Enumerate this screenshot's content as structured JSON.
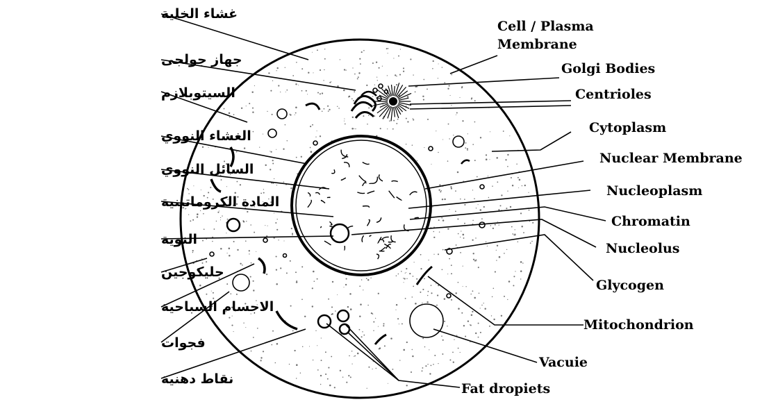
{
  "labels_en": {
    "cell_membrane_1": "Cell / Plasma",
    "cell_membrane_2": "Membrane",
    "golgi": "Golgi Bodies",
    "centrioles": "Centrioles",
    "cytoplasm": "Cytoplasm",
    "nuclear_membrane": "Nuclear Membrane",
    "nucleoplasm": "Nucleoplasm",
    "chromatin": "Chromatin",
    "nucleolus": "Nucleolus",
    "glycogen": "Glycogen",
    "mitochondrion": "Mitochondrion",
    "vacuole": "Vacuie",
    "fat_droplets": "Fat dropiets"
  },
  "labels_ar": {
    "cell_membrane": "غشاء الخلية",
    "golgi": "جهاز جولجى",
    "cytoplasm": "السيتوبلازم",
    "nuclear_membrane": "الغشاء النووي",
    "nucleoplasm": "السائل النووي",
    "chromatin": "المادة الكروماتينية",
    "nucleolus": "النوية",
    "glycogen": "جليكوجين",
    "mitochondria": "الاجسام السباحية",
    "vacuoles": "فجوات",
    "fat_droplets": "نقاط دهنية"
  }
}
